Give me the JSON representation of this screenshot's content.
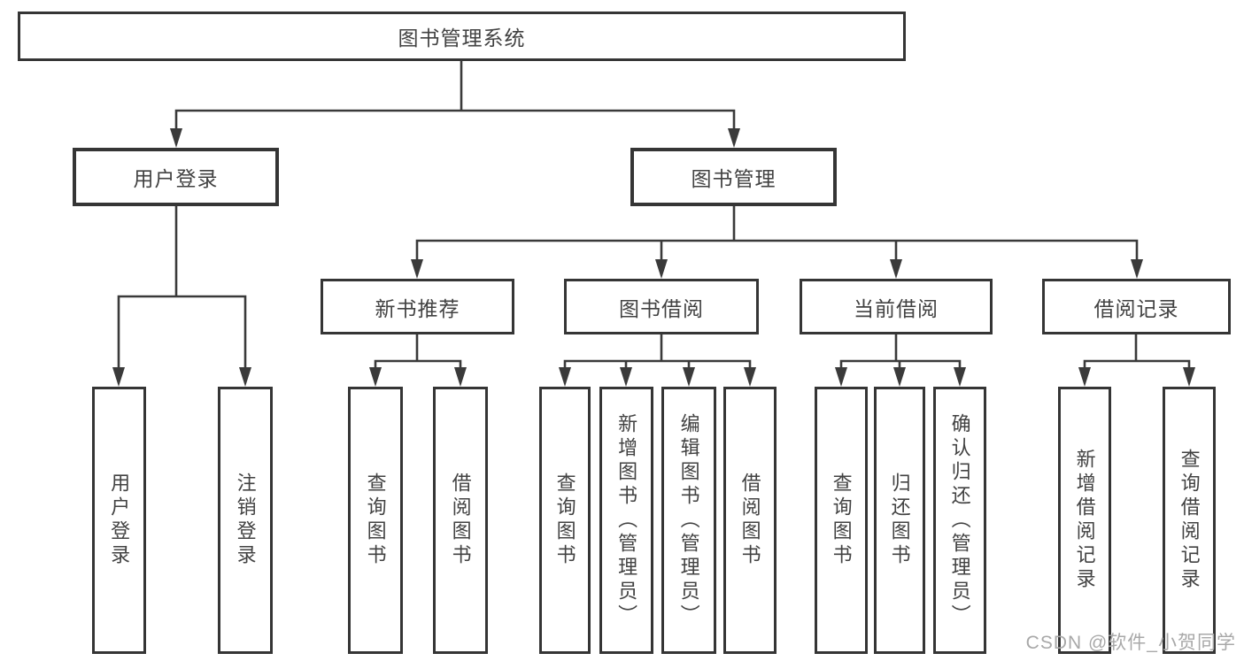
{
  "tree": {
    "label": "图书管理系统",
    "children": [
      {
        "label": "用户登录",
        "children": [
          {
            "label": "用户登录"
          },
          {
            "label": "注销登录"
          }
        ]
      },
      {
        "label": "图书管理",
        "children": [
          {
            "label": "新书推荐",
            "children": [
              {
                "label": "查询图书"
              },
              {
                "label": "借阅图书"
              }
            ]
          },
          {
            "label": "图书借阅",
            "children": [
              {
                "label": "查询图书"
              },
              {
                "label": "新增图书（管理员）"
              },
              {
                "label": "编辑图书（管理员）"
              },
              {
                "label": "借阅图书"
              }
            ]
          },
          {
            "label": "当前借阅",
            "children": [
              {
                "label": "查询图书"
              },
              {
                "label": "归还图书"
              },
              {
                "label": "确认归还（管理员）"
              }
            ]
          },
          {
            "label": "借阅记录",
            "children": [
              {
                "label": "新增借阅记录"
              },
              {
                "label": "查询借阅记录"
              }
            ]
          }
        ]
      }
    ]
  },
  "watermark": "CSDN @软件_小贺同学",
  "colors": {
    "line": "#3a3a3a",
    "border": "#353535",
    "text": "#424242",
    "watermark_text": "#a8a8a8",
    "background": "#ffffff"
  }
}
